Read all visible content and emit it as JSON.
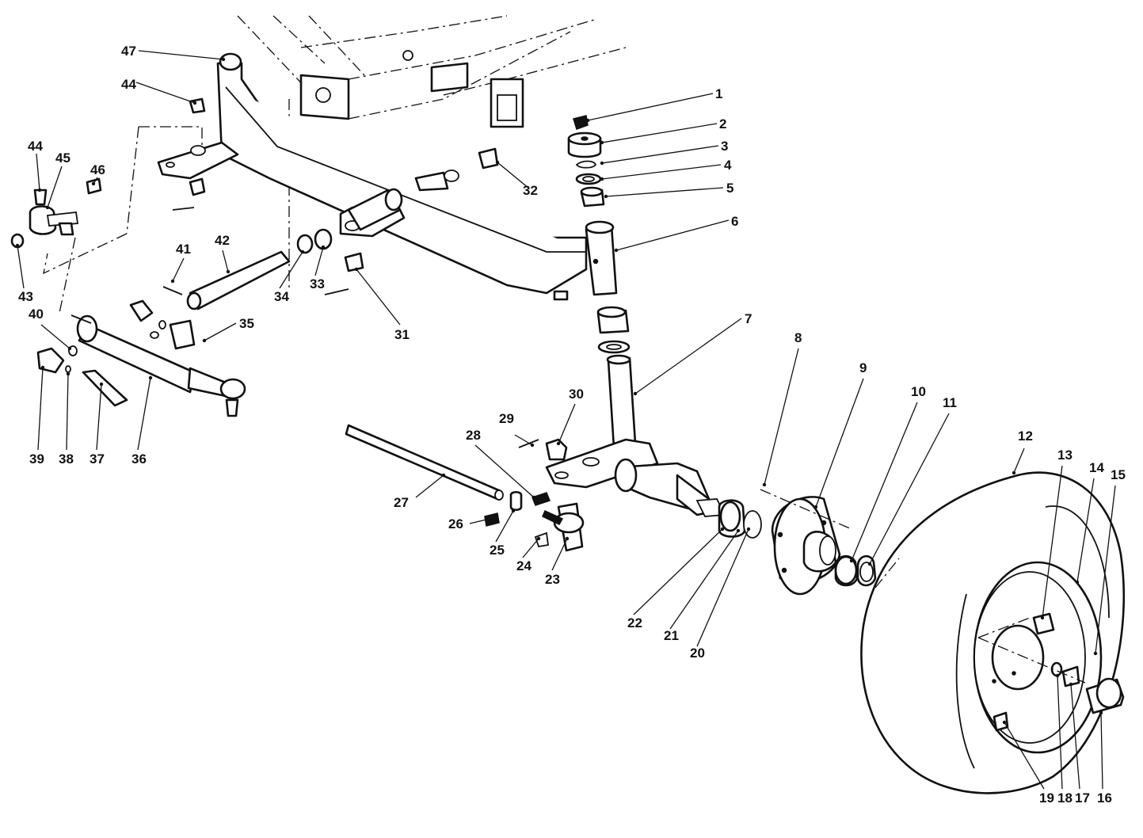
{
  "callouts": [
    "1",
    "2",
    "3",
    "4",
    "5",
    "6",
    "7",
    "8",
    "9",
    "10",
    "11",
    "12",
    "13",
    "14",
    "15",
    "16",
    "17",
    "18",
    "19",
    "20",
    "21",
    "22",
    "23",
    "24",
    "25",
    "26",
    "27",
    "28",
    "29",
    "30",
    "31",
    "32",
    "33",
    "34",
    "35",
    "36",
    "37",
    "38",
    "39",
    "40",
    "41",
    "42",
    "43",
    "44",
    "44",
    "45",
    "46",
    "47"
  ],
  "colors": {
    "ink": "#111111",
    "paper": "#ffffff"
  }
}
